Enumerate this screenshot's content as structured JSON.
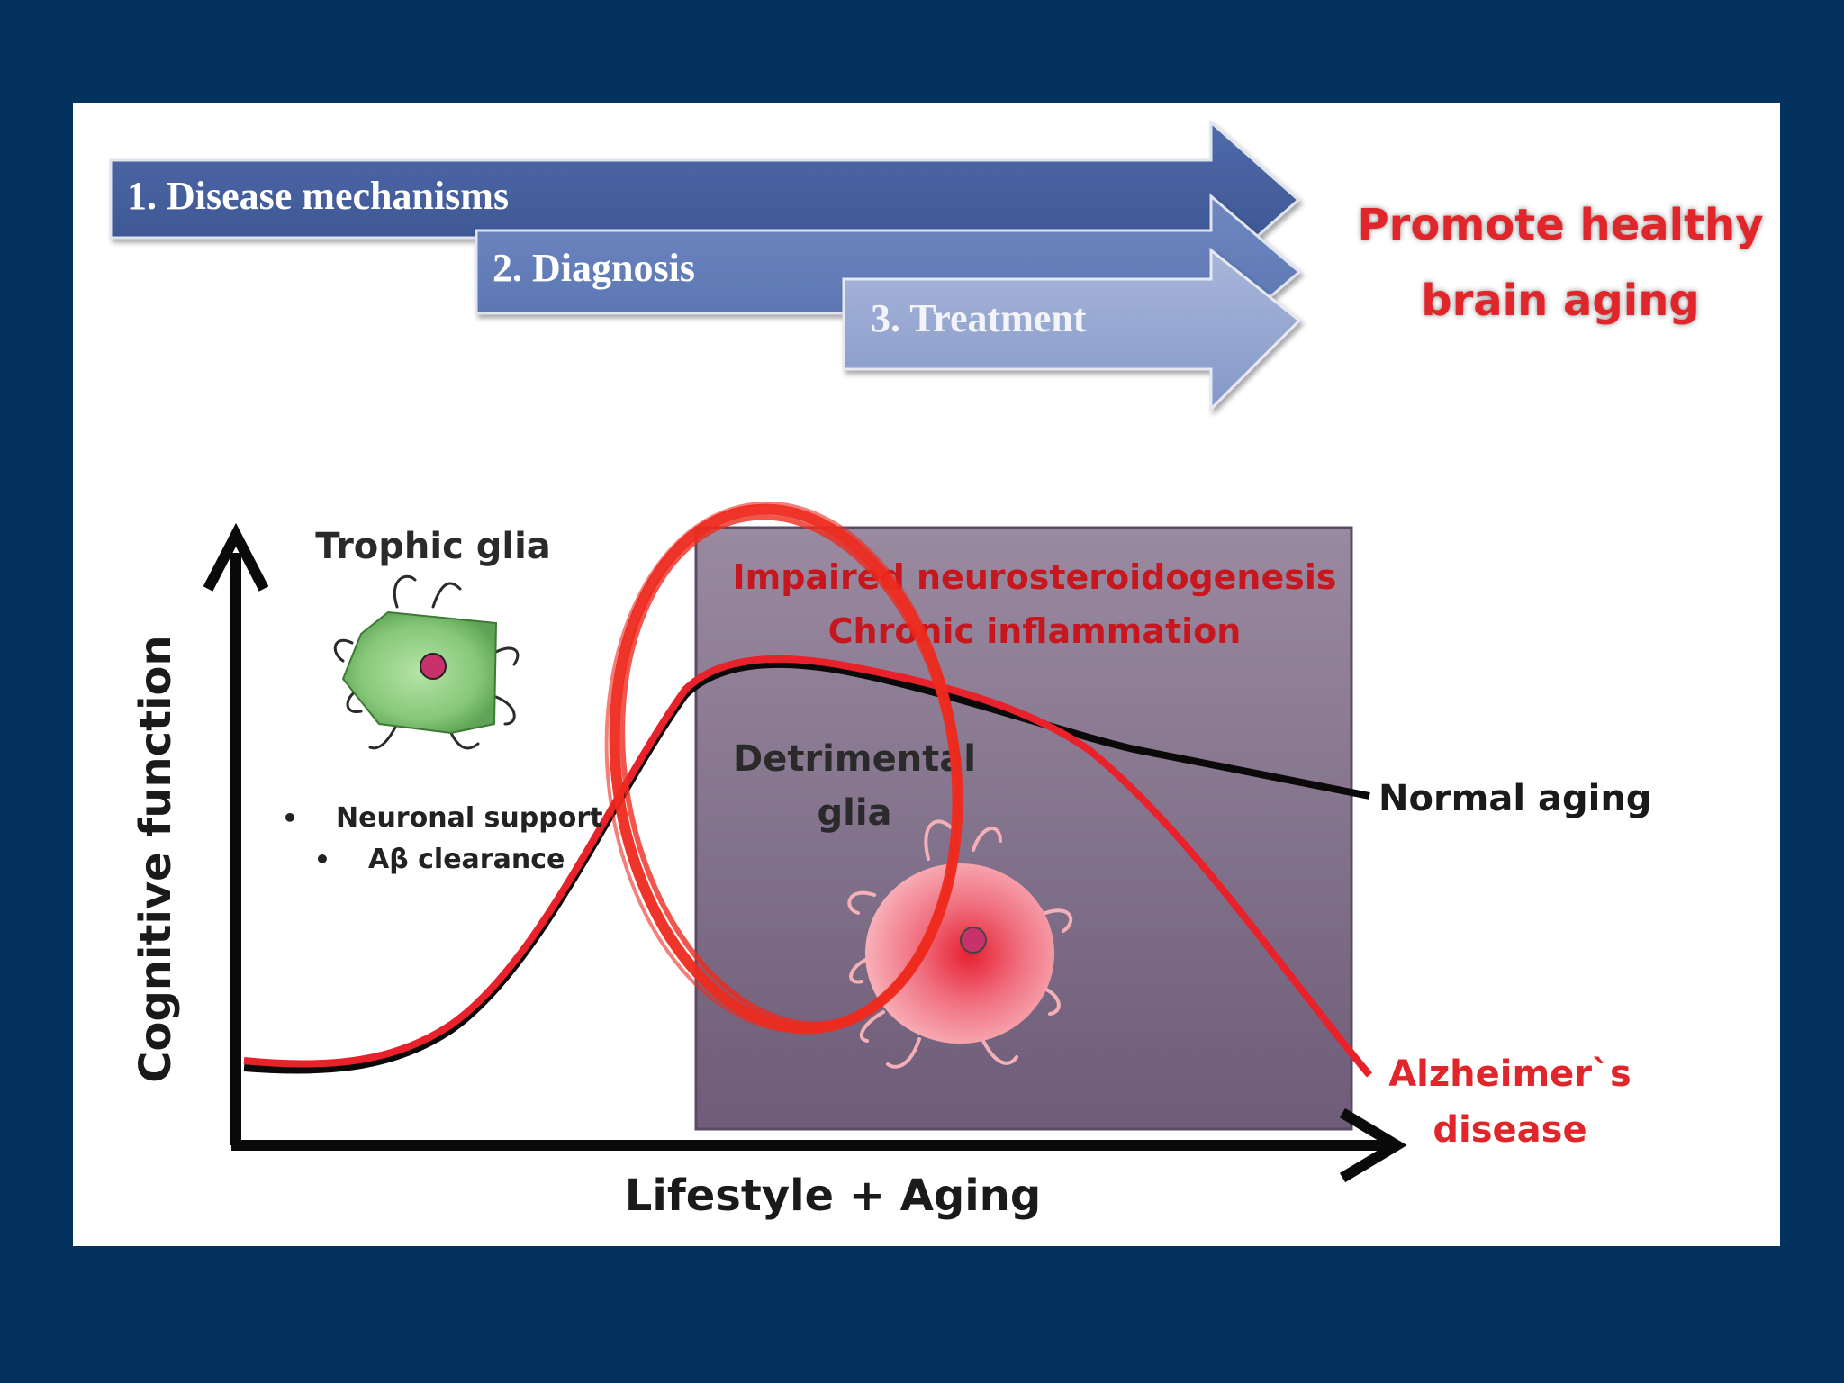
{
  "steps": {
    "step1": "1. Disease mechanisms",
    "step2": "2. Diagnosis",
    "step3": "3. Treatment"
  },
  "goal": {
    "line1": "Promote healthy",
    "line2": "brain aging"
  },
  "graph": {
    "y_axis_label": "Cognitive function",
    "x_axis_label": "Lifestyle + Aging",
    "trophic_title": "Trophic glia",
    "bullet1": "Neuronal support",
    "bullet2": "Aβ clearance",
    "impaired_line1": "Impaired neurosteroidogenesis",
    "impaired_line2": "Chronic inflammation",
    "detrimental_line1": "Detrimental",
    "detrimental_line2": "glia",
    "normal_label": "Normal aging",
    "ad_line1": "Alzheimer`s",
    "ad_line2": "disease"
  },
  "colors": {
    "background": "#04325f",
    "arrow_dark": "#3f5a98",
    "arrow_mid": "#5a74b4",
    "arrow_light": "#8c9fcc",
    "alzheimer_red": "#e8212a",
    "goal_red": "#e0262a",
    "detrimental_box": "#8a7890",
    "trophic_green": "#86c878"
  }
}
